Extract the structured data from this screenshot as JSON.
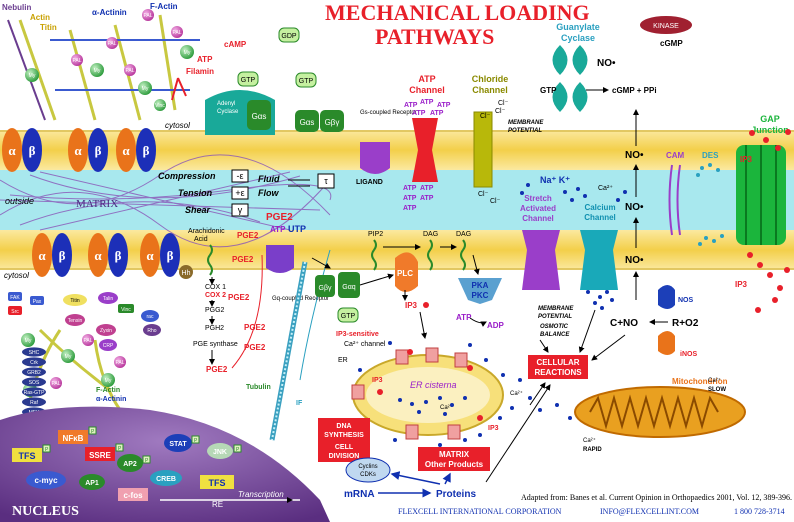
{
  "title": {
    "line1": "MECHANICAL LOADING",
    "line2": "PATHWAYS"
  },
  "top_left": {
    "nebulin": "Nebulin",
    "actin": "Actin",
    "titin": "Titin",
    "alpha_actinin": "α-Actinin",
    "f_actin": "F-Actin",
    "filamin": "Filamin",
    "vinc": "Vinc",
    "pal": "PAL",
    "my": "My"
  },
  "cytosol_top": "cytosol",
  "outside": "outside",
  "matrix": "MATRIX",
  "cytosol_bottom": "cytosol",
  "integrin": {
    "alpha": "α",
    "beta": "β"
  },
  "forces": {
    "compression": "Compression",
    "tension": "Tension",
    "shear": "Shear",
    "minus_e": "-ε",
    "plus_e": "+ε",
    "gamma": "γ",
    "fluid": "Fluid",
    "flow": "Flow",
    "tau": "τ"
  },
  "gs_path": {
    "atp": "ATP",
    "camp": "cAMP",
    "adenyl": "Adenyl",
    "cyclase": "Cyclase",
    "gtp1": "GTP",
    "gdp": "GDP",
    "gtp2": "GTP",
    "gas1": "Gαs",
    "gas2": "Gαs",
    "gby": "Gβγ",
    "receptor": "Gs-coupled Receptor",
    "ligand": "LIGAND"
  },
  "atp_channel": {
    "label1": "ATP",
    "label2": "Channel",
    "atp": "ATP"
  },
  "chloride": {
    "label1": "Chloride",
    "label2": "Channel",
    "cl": "Cl⁻"
  },
  "membrane_potential_top": {
    "line1": "MEMBRANE",
    "line2": "POTENTIAL"
  },
  "guanylate": {
    "line1": "Guanylate",
    "line2": "Cyclase",
    "no": "NO•",
    "kinase": "KINASE",
    "cgmp": "cGMP",
    "gtp": "GTP",
    "cgmp_ppi": "cGMP + PPi"
  },
  "stretch": {
    "ions": "Na⁺  K⁺",
    "line1": "Stretch",
    "line2": "Activated",
    "line3": "Channel"
  },
  "calcium": {
    "ca": "Ca²⁺",
    "line1": "Calcium",
    "line2": "Channel"
  },
  "no_labels": [
    "NO•",
    "NO•",
    "NO•"
  ],
  "cam": "CAM",
  "des": "DES",
  "gap": {
    "line1": "GAP",
    "line2": "Junction",
    "ip3": "IP3"
  },
  "pge": {
    "pge2_top": "PGE2",
    "atp": "ATP",
    "utp": "UTP",
    "arachidonic1": "Arachidonic",
    "arachidonic2": "Acid",
    "pge2_a": "PGE2",
    "pge2_b": "PGE2",
    "pge2_c": "PGE2",
    "pge2_d": "PGE2",
    "pge2_e": "PGE2",
    "cox1": "COX 1",
    "cox2": "COX 2",
    "pgg2": "PGG2",
    "pgh2": "PGH2",
    "synthase": "PGE synthase",
    "pge2_bottom": "PGE2",
    "gq_receptor": "Gq-coupled Receptor"
  },
  "hh": "Hh",
  "plc_path": {
    "pip2": "PIP2",
    "dag1": "DAG",
    "dag2": "DAG",
    "gby": "Gβγ",
    "gaq": "Gαq",
    "gtp": "GTP",
    "plc": "PLC",
    "pka": "PKA",
    "pkc": "PKC",
    "ip3": "IP3",
    "atp": "ATP",
    "adp": "ADP"
  },
  "er": {
    "ip3_sensitive": "IP3-sensitive",
    "ca_channel": "Ca²⁺ channel",
    "er": "ER",
    "cisterna": "ER cisterna",
    "ip3": "IP3",
    "ca": "Ca²⁺",
    "ip3_b": "IP3",
    "ca_b": "Ca²⁺"
  },
  "membrane_potential_mid": {
    "line1": "MEMBRANE",
    "line2": "POTENTIAL"
  },
  "osmotic": {
    "line1": "OSMOTIC",
    "line2": "BALANCE"
  },
  "cellular": {
    "line1": "CELLULAR",
    "line2": "REACTIONS"
  },
  "nos": {
    "nos": "NOS",
    "inos": "iNOS",
    "reaction_left": "C+NO",
    "reaction_right": "R+O2"
  },
  "mito": {
    "label": "Mitochondrion",
    "ca_slow": "Ca²⁺",
    "slow": "SLOW",
    "ca_rapid": "Ca²⁺",
    "rapid": "RAPID"
  },
  "synthesis": {
    "line1": "DNA",
    "line2": "SYNTHESIS",
    "line3": "CELL",
    "line4": "DIVISION",
    "cyclins": "Cyclins",
    "cdks": "CDKs",
    "matrix1": "MATRIX",
    "matrix2": "Other Products"
  },
  "flow": {
    "mrna": "mRNA",
    "proteins": "Proteins",
    "transcription": "Transcription"
  },
  "tubulin": "Tubulin",
  "if_label": "IF",
  "focal": {
    "fak": "FAK",
    "pax": "Pax",
    "src": "Src",
    "tensin": "Tensin",
    "talin": "Talin",
    "vinc": "Vinc",
    "zyxin": "Zyxin",
    "crp": "CRP",
    "rac": "rac",
    "rho": "Rho",
    "pal": "PAL",
    "my": "My",
    "f_actin": "F-Actin",
    "alpha_actinin": "α-Actinin"
  },
  "signaling": [
    "SHC",
    "Crk",
    "GRB2",
    "SOS",
    "Ras-GTP",
    "Raf",
    "MEK",
    "ERK"
  ],
  "nucleus": {
    "label": "NUCLEUS",
    "tfs1": "TFS",
    "nfkb": "NFκB",
    "ssre": "SSRE",
    "cmyc": "c-myc",
    "ap1": "AP1",
    "ap2": "AP2",
    "creb": "CREB",
    "stat": "STAT",
    "jnk": "JNK",
    "cfos": "c-fos",
    "tfs2": "TFS",
    "re": "RE",
    "p": "P"
  },
  "footer": {
    "adapted": "Adapted from: Banes et al. Current Opinion in Orthopaedics 2001, Vol. 12, 389-396.",
    "corp": "FLEXCELL INTERNATIONAL CORPORATION",
    "email": "INFO@FLEXCELLINT.COM",
    "phone": "1 800 728-3714"
  },
  "colors": {
    "membrane": "#f7dc6f",
    "outside": "#a8e8ee",
    "red": "#e8202a",
    "blue": "#1030b0",
    "purple": "#6a3d8f",
    "green": "#1bb53c"
  }
}
